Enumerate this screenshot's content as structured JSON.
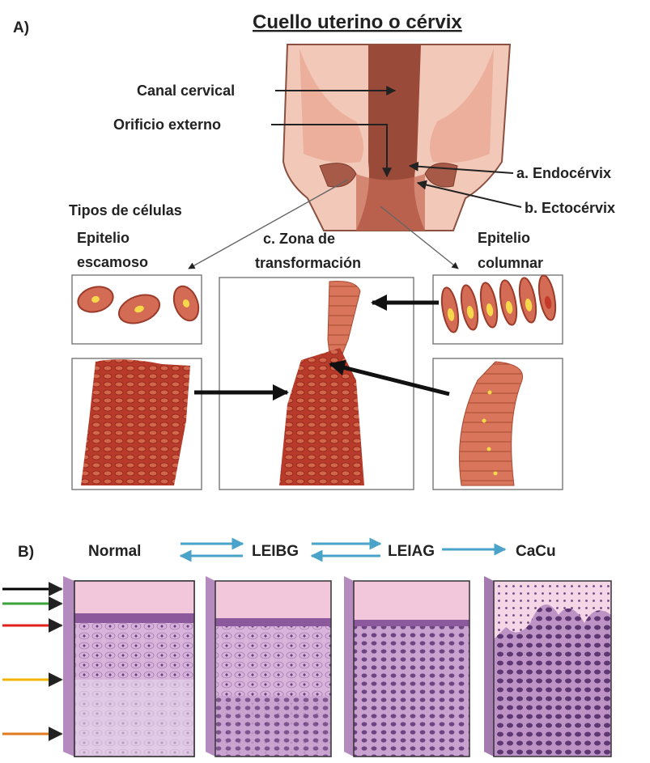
{
  "panel_a": {
    "panel_label": "A)",
    "title": "Cuello uterino o cérvix",
    "labels": {
      "canal_cervical": "Canal cervical",
      "orificio_externo": "Orificio externo",
      "endocervix": "a. Endocérvix",
      "ectocervix": "b. Ectocérvix",
      "tipos_celulas": "Tipos de células",
      "epitelio_escamoso_1": "Epitelio",
      "epitelio_escamoso_2": "escamoso",
      "zona_1": "c. Zona de",
      "zona_2": "transformación",
      "epitelio_columnar_1": "Epitelio",
      "epitelio_columnar_2": "columnar"
    }
  },
  "panel_b": {
    "panel_label": "B)",
    "stages": [
      "Normal",
      "LEIBG",
      "LEIAG",
      "CaCu"
    ],
    "arrow_colors": {
      "forward": "#4aa3c8",
      "side_markers": [
        "#000000",
        "#3aa33a",
        "#e0201a",
        "#f2b400",
        "#e07a1e"
      ]
    }
  },
  "colors": {
    "tissue_pink": "#f2c9b8",
    "canal_brown": "#9a4a38",
    "cell_red": "#c0503a",
    "nucleus_yellow": "#f6d84a",
    "histology_purple": "#c9a2cf",
    "histology_surface": "#f2c6db"
  }
}
